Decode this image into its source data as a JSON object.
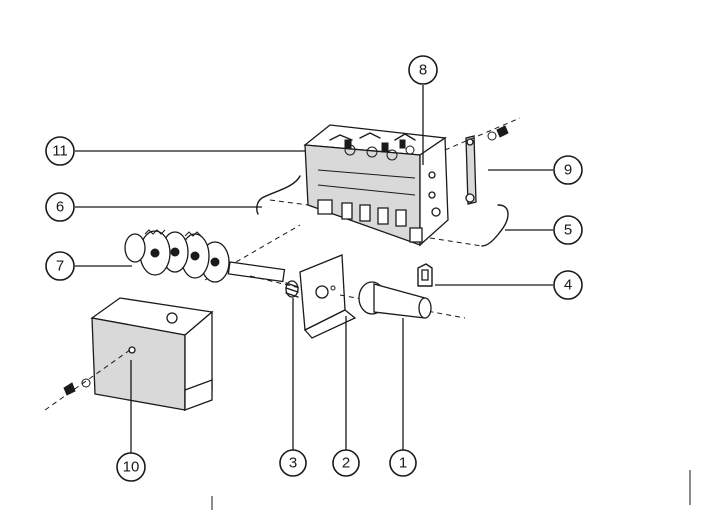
{
  "callouts": [
    {
      "id": "1",
      "label": "1"
    },
    {
      "id": "2",
      "label": "2"
    },
    {
      "id": "3",
      "label": "3"
    },
    {
      "id": "4",
      "label": "4"
    },
    {
      "id": "5",
      "label": "5"
    },
    {
      "id": "6",
      "label": "6"
    },
    {
      "id": "7",
      "label": "7"
    },
    {
      "id": "8",
      "label": "8"
    },
    {
      "id": "9",
      "label": "9"
    },
    {
      "id": "10",
      "label": "10"
    },
    {
      "id": "11",
      "label": "11"
    }
  ],
  "colors": {
    "ink": "#1a1a1a",
    "background": "#ffffff",
    "shade": "#d9d9d9"
  }
}
